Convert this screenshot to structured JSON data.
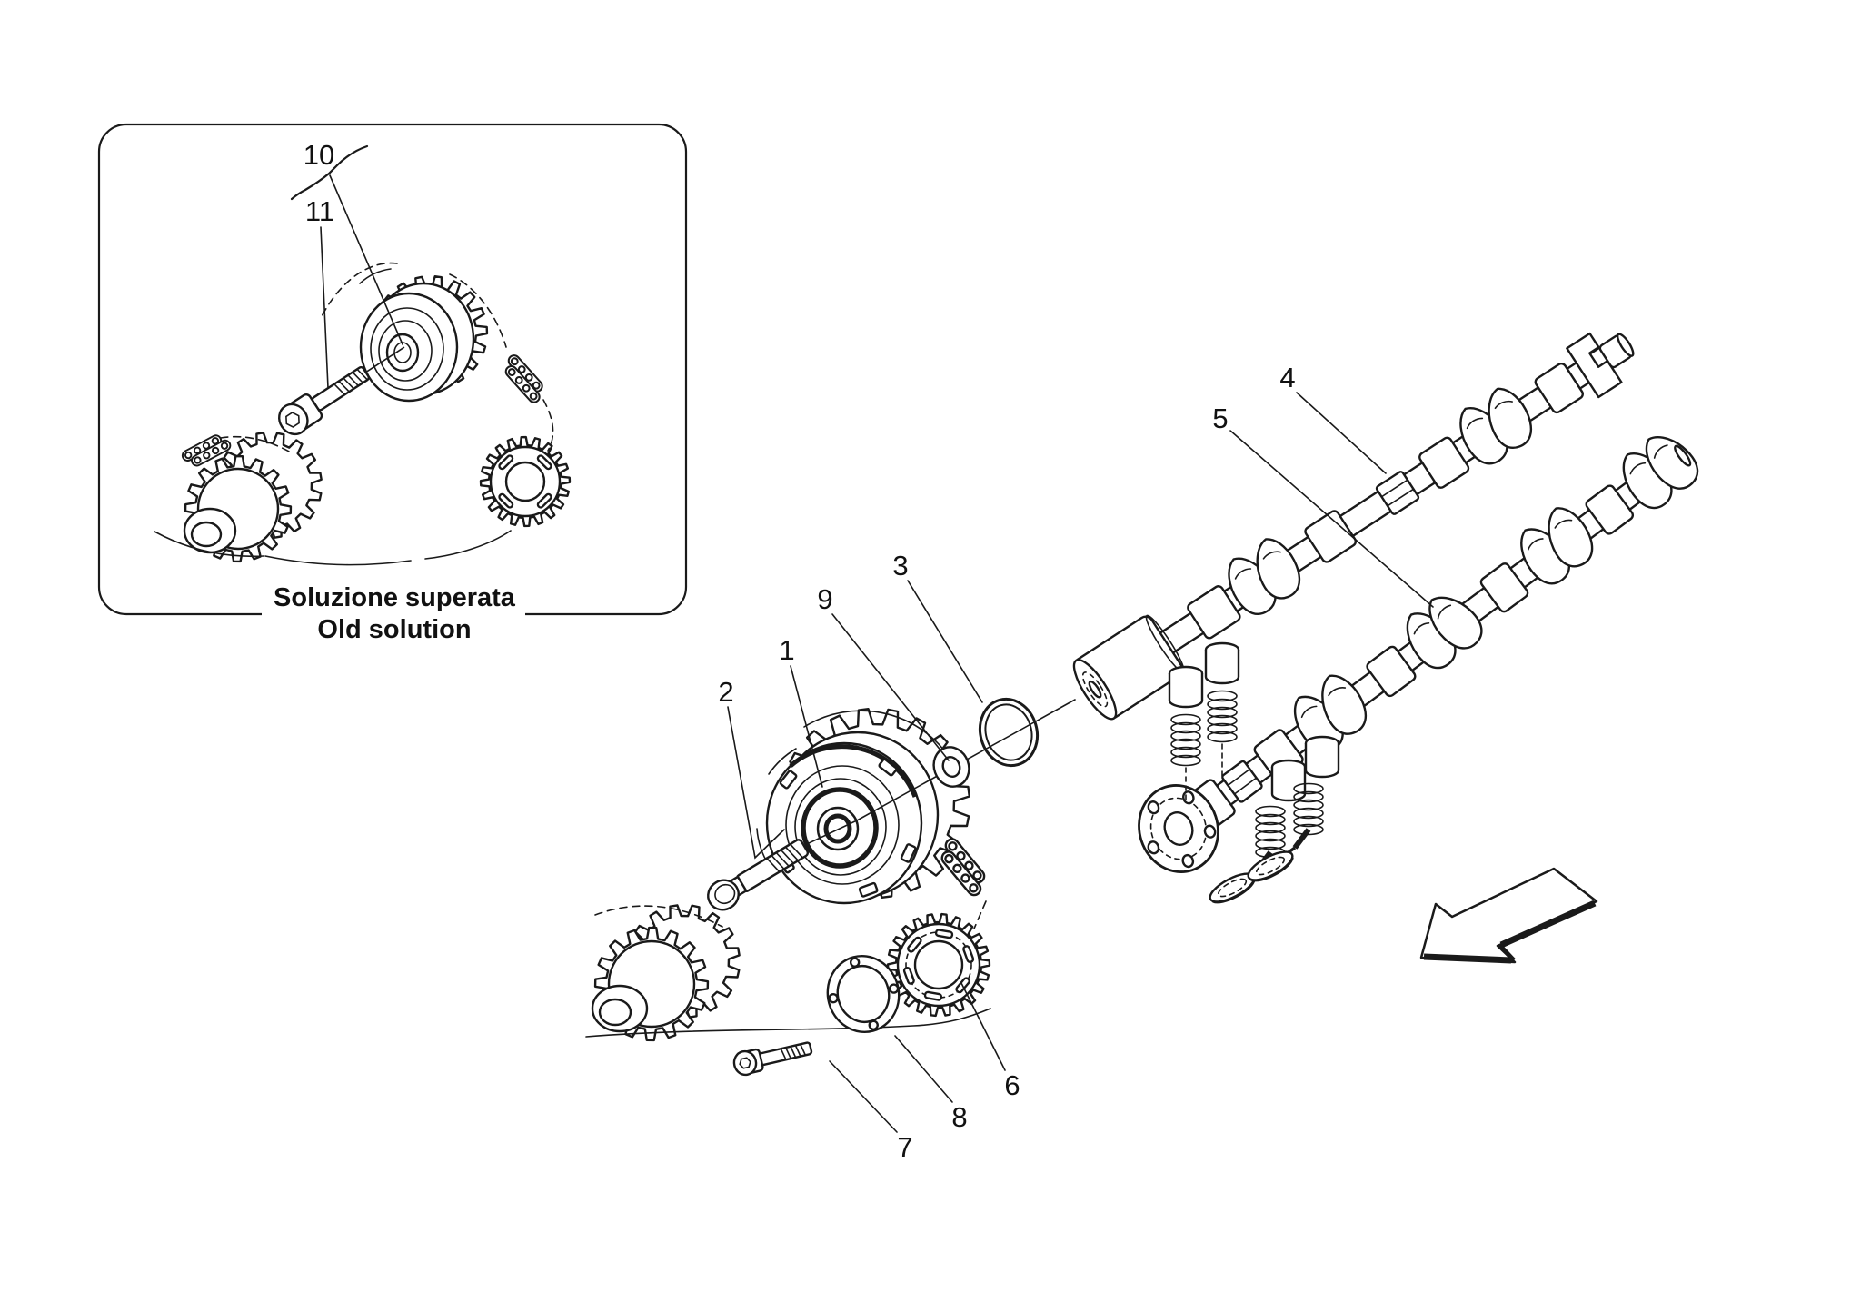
{
  "colors": {
    "line": "#1a1a1a",
    "text": "#111111",
    "background": "#ffffff"
  },
  "inset": {
    "caption_italian": "Soluzione superata",
    "caption_english": "Old solution"
  },
  "callouts": {
    "c1": "1",
    "c2": "2",
    "c3": "3",
    "c4": "4",
    "c5": "5",
    "c6": "6",
    "c7": "7",
    "c8": "8",
    "c9": "9",
    "c10": "10",
    "c11": "11"
  },
  "arrow": {
    "icon": "direction-arrow",
    "direction": "down-left"
  }
}
